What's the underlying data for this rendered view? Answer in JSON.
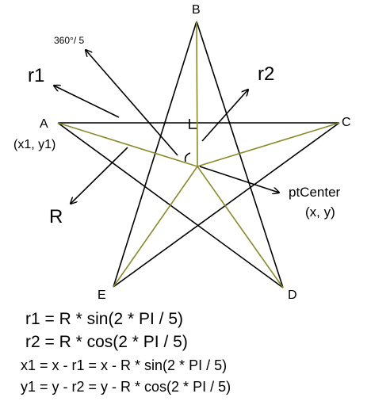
{
  "points": {
    "A": "A",
    "B": "B",
    "C": "C",
    "D": "D",
    "E": "E",
    "a_coords": "(x1, y1)",
    "center_name": "ptCenter",
    "center_coords": "(x, y)"
  },
  "labels": {
    "angle": "360°/ 5",
    "r1": "r1",
    "r2": "r2",
    "R": "R"
  },
  "formulas": {
    "f1": "r1 = R * sin(2 * PI / 5)",
    "f2": "r2 = R * cos(2 * PI / 5)",
    "f3": "x1 = x - r1 = x - R * sin(2 * PI / 5)",
    "f4": "y1 = y - r2 = y - R * cos(2 * PI / 5)"
  },
  "colors": {
    "star_lines": "#000000",
    "construction_lines": "#8a8a2a"
  }
}
